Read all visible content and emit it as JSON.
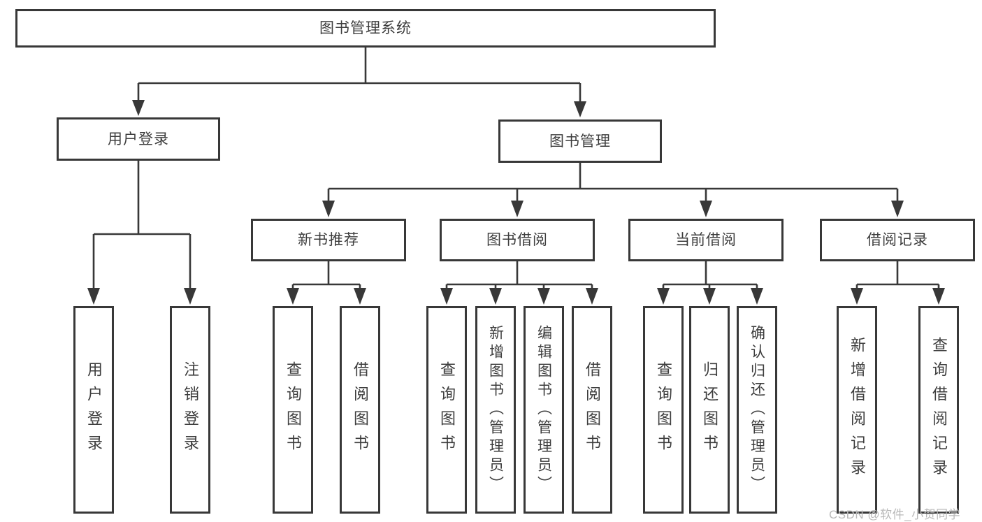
{
  "tree": {
    "root": "图书管理系统",
    "children": [
      {
        "label": "用户登录",
        "children": [
          {
            "label": "用户登录"
          },
          {
            "label": "注销登录"
          }
        ]
      },
      {
        "label": "图书管理",
        "children": [
          {
            "label": "新书推荐",
            "children": [
              {
                "label": "查询图书"
              },
              {
                "label": "借阅图书"
              }
            ]
          },
          {
            "label": "图书借阅",
            "children": [
              {
                "label": "查询图书"
              },
              {
                "label": "新增图书（管理员）"
              },
              {
                "label": "编辑图书（管理员）"
              },
              {
                "label": "借阅图书"
              }
            ]
          },
          {
            "label": "当前借阅",
            "children": [
              {
                "label": "查询图书"
              },
              {
                "label": "归还图书"
              },
              {
                "label": "确认归还（管理员）"
              }
            ]
          },
          {
            "label": "借阅记录",
            "children": [
              {
                "label": "新增借阅记录"
              },
              {
                "label": "查询借阅记录"
              }
            ]
          }
        ]
      }
    ]
  },
  "watermark": {
    "text": "CSDN @软件_小贺同学"
  },
  "colors": {
    "line": "#383838",
    "box_border": "#383838",
    "text": "#3d3d3d",
    "watermark": "#b9b9b9",
    "background": "#ffffff"
  }
}
